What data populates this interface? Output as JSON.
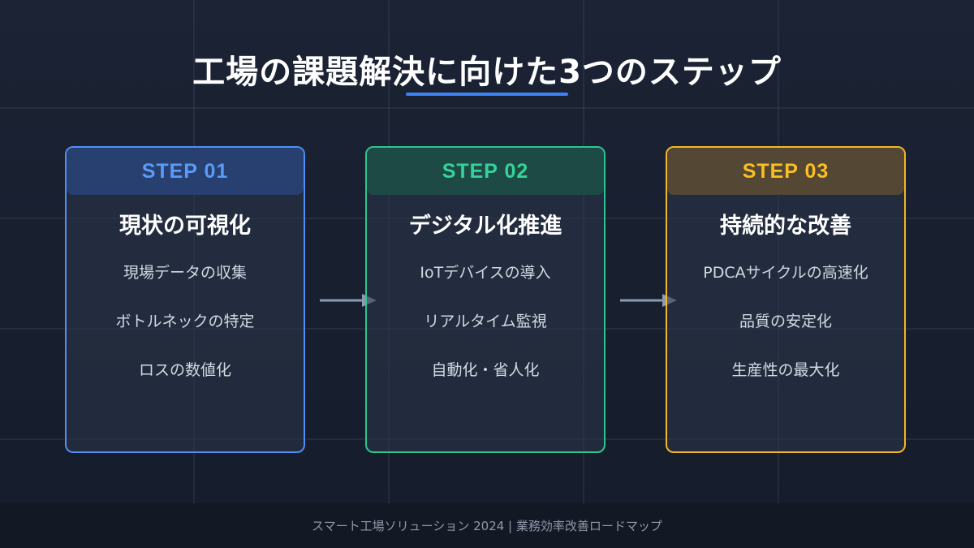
{
  "title": "工場の課題解決に向けた3つのステップ",
  "colors": {
    "accent": "#3b82f6",
    "step1": "#4f8ef5",
    "step2": "#2fc48f",
    "step3": "#f5b528"
  },
  "steps": [
    {
      "label": "STEP 01",
      "title": "現状の可視化",
      "items": [
        "現場データの収集",
        "ボトルネックの特定",
        "ロスの数値化"
      ]
    },
    {
      "label": "STEP 02",
      "title": "デジタル化推進",
      "items": [
        "IoTデバイスの導入",
        "リアルタイム監視",
        "自動化・省人化"
      ]
    },
    {
      "label": "STEP 03",
      "title": "持続的な改善",
      "items": [
        "PDCAサイクルの高速化",
        "品質の安定化",
        "生産性の最大化"
      ]
    }
  ],
  "footer": "スマート工場ソリューション 2024 | 業務効率改善ロードマップ"
}
